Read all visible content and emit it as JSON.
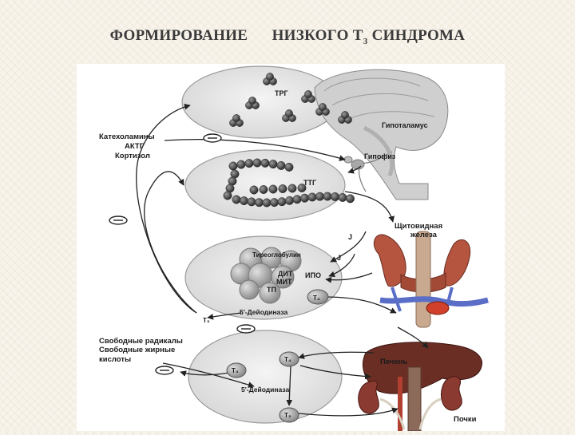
{
  "title": {
    "part1": "ФОРМИРОВАНИЕ",
    "part2": "НИЗКОГО Т",
    "sub": "3",
    "part3": " СИНДРОМА"
  },
  "diagram": {
    "labels": {
      "trg": "ТРГ",
      "hypothalamus": "Гипоталамус",
      "hypophysis": "Гипофиз",
      "catecholamines": "Катехоламины",
      "actg": "АКТГ",
      "cortisol": "Кортизол",
      "ttg": "ТТГ",
      "thyroid_1": "Щитовидная",
      "thyroid_2": "железа",
      "iodide": "J",
      "thyroglobulin": "Тиреоглобулин",
      "dit": "ДИТ",
      "mit": "МИТ",
      "tp": "ТП",
      "ipo": "ИПО",
      "t4_thyroid": "Т₄",
      "t3_left": "Т₃",
      "deiodinase_1": "5'-Дейодиназа",
      "free_radicals": "Свободные радикалы",
      "free_fatty_acids_1": "Свободные жирные",
      "free_fatty_acids_2": "кислоты",
      "t4_liver": "Т₄",
      "t3_liver_left": "Т₃",
      "liver": "Печень",
      "deiodinase_2": "5'-Дейодиназа",
      "t3_liver_bottom": "Т₃",
      "kidneys": "Почки"
    },
    "colors": {
      "ellipse_fill": "#e8e8e8",
      "dot_fill": "#505050",
      "brain": "#c8c8c8",
      "thyroid": "#b0503c",
      "vein": "#5a6ec8",
      "liver": "#6a2e24",
      "kidney": "#8a3a30"
    }
  }
}
